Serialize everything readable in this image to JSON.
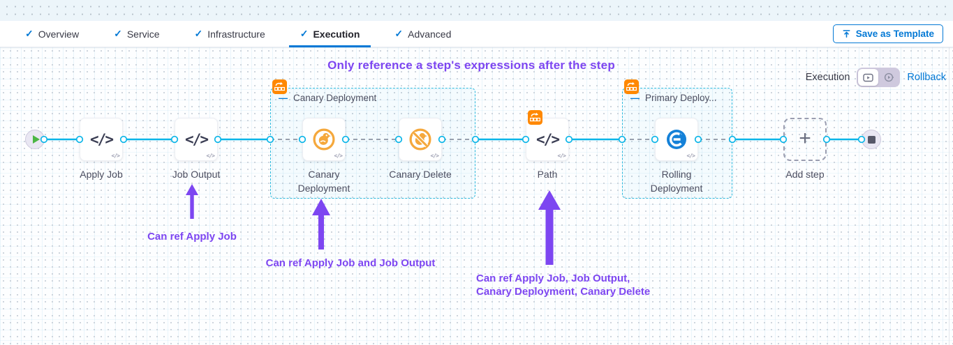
{
  "tab_bar": {
    "tabs": [
      {
        "label": "Overview"
      },
      {
        "label": "Service"
      },
      {
        "label": "Infrastructure"
      },
      {
        "label": "Execution"
      },
      {
        "label": "Advanced"
      }
    ],
    "active_tab": "Execution",
    "save_as_template_label": "Save as Template"
  },
  "canvas": {
    "annotation_title": "Only reference a step's expressions after the step",
    "mode_switch": {
      "label": "Execution",
      "rollback_label": "Rollback"
    },
    "annotations": {
      "a1": {
        "text": "Can ref Apply Job"
      },
      "a2": {
        "text": "Can ref Apply Job and Job Output"
      },
      "a3": {
        "line1": "Can ref Apply Job, Job Output,",
        "line2": "Canary Deployment, Canary Delete"
      }
    }
  },
  "pipeline": {
    "steps": {
      "apply_job": {
        "label": "Apply Job",
        "icon": "code-icon"
      },
      "job_output": {
        "label": "Job Output",
        "icon": "code-icon"
      },
      "canary_deployment": {
        "label": "Canary Deployment",
        "icon": "canary-icon"
      },
      "canary_delete": {
        "label": "Canary Delete",
        "icon": "canary-delete-icon"
      },
      "path": {
        "label": "Path",
        "icon": "code-icon"
      },
      "rolling_deployment": {
        "label": "Rolling Deployment",
        "icon": "rolling-deployment-icon"
      },
      "add_step": {
        "label": "Add step",
        "icon": "plus-icon"
      }
    },
    "groups": {
      "canary": {
        "label": "Canary Deployment"
      },
      "primary": {
        "label": "Primary Deploy..."
      }
    }
  },
  "icons": {
    "check": "✓",
    "code": "</>",
    "plus": "+",
    "minus": "—"
  },
  "colors": {
    "accent_blue": "#0278d5",
    "connector_blue": "#0ab5e8",
    "connector_gray": "#98a0ae",
    "group_border": "#2bb8dc",
    "badge_orange": "#ff8800",
    "annotation_purple": "#7d46f1",
    "canary_orange": "#f5a83c",
    "rolling_blue": "#1581d8",
    "start_green": "#4bb543"
  }
}
